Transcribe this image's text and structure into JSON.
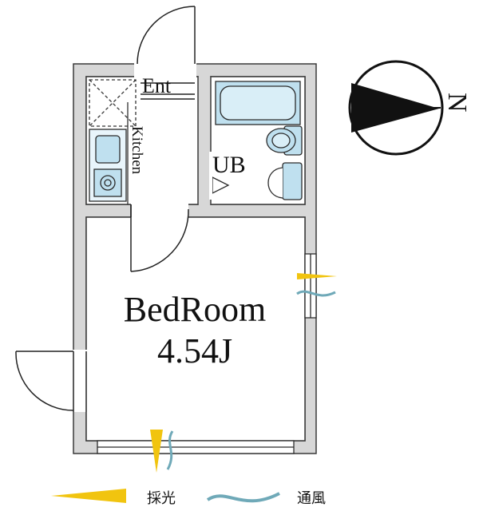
{
  "rooms": {
    "entrance": "Ent",
    "kitchen": "Kitchen",
    "bath": "UB",
    "bedroom_name": "BedRoom",
    "bedroom_size": "4.54J"
  },
  "compass": {
    "north_label": "N"
  },
  "legend": {
    "light_label": "採光",
    "ventilation_label": "通風",
    "light_color": "#f1c40f",
    "ventilation_color": "#6fa9b8"
  },
  "colors": {
    "wall": "#d7d7d7",
    "wall_outline": "#3a3a3a",
    "fixture": "#bfe0ef",
    "fixture_outline": "#2b2b2b"
  }
}
